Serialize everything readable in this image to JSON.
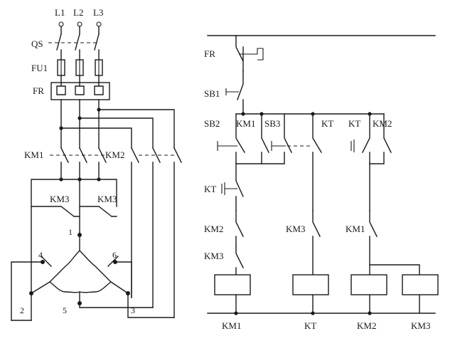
{
  "power_circuit": {
    "supply": [
      "L1",
      "L2",
      "L3"
    ],
    "isolator": "QS",
    "fuse": "FU1",
    "overload": "FR",
    "main_contactor": "KM1",
    "delta_contactor": "KM2",
    "star_contacts": [
      "KM3",
      "KM3"
    ],
    "motor_terminals": {
      "t1": "1",
      "t2": "2",
      "t3": "3",
      "t4": "4",
      "t5": "5",
      "t6": "6"
    }
  },
  "control_circuit": {
    "overload_contact": "FR",
    "stop_button": "SB1",
    "start_button": "SB2",
    "km1_hold": "KM1",
    "sb3_button": "SB3",
    "kt_contact_no": "KT",
    "kt_contact_nc": "KT",
    "km2_hold": "KM2",
    "kt_interlock": "KT",
    "km2_interlock": "KM2",
    "km3_contact_a": "KM3",
    "km3_contact_b": "KM3",
    "km1_contact": "KM1",
    "coils": [
      "KM1",
      "KT",
      "KM2",
      "KM3"
    ]
  }
}
